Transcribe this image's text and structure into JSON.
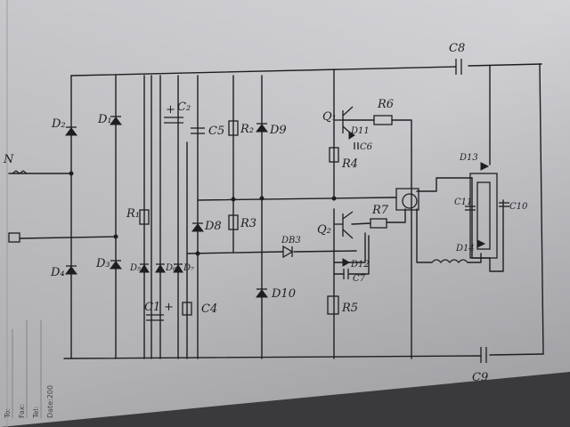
{
  "diagram": {
    "labels": {
      "D2": "D₂",
      "D1": "D₁",
      "D4": "D₄",
      "D3": "D₃",
      "D5": "D₅",
      "D6": "D₆",
      "D7": "D₇",
      "C1": "C1",
      "C2": "C₂",
      "C5": "C5",
      "R2": "R₂",
      "D9": "D9",
      "R1": "R₁",
      "D8": "D8",
      "R3": "R3",
      "C4": "C4",
      "DB3": "DB3",
      "D10": "D10",
      "Q1": "Q₁",
      "D11": "D11",
      "C6": "C6",
      "R4": "R4",
      "R6": "R6",
      "Q2": "Q₂",
      "R7": "R7",
      "D12": "D12",
      "C7": "C7",
      "R5": "R5",
      "C8": "C8",
      "C9": "C9",
      "D13": "D13",
      "C11": "C11",
      "C10": "C10",
      "D14": "D14",
      "N": "N"
    },
    "margin_text": {
      "to": "To:",
      "fax": "Fax:",
      "tel": "Tel:",
      "date": "Date:200"
    }
  }
}
